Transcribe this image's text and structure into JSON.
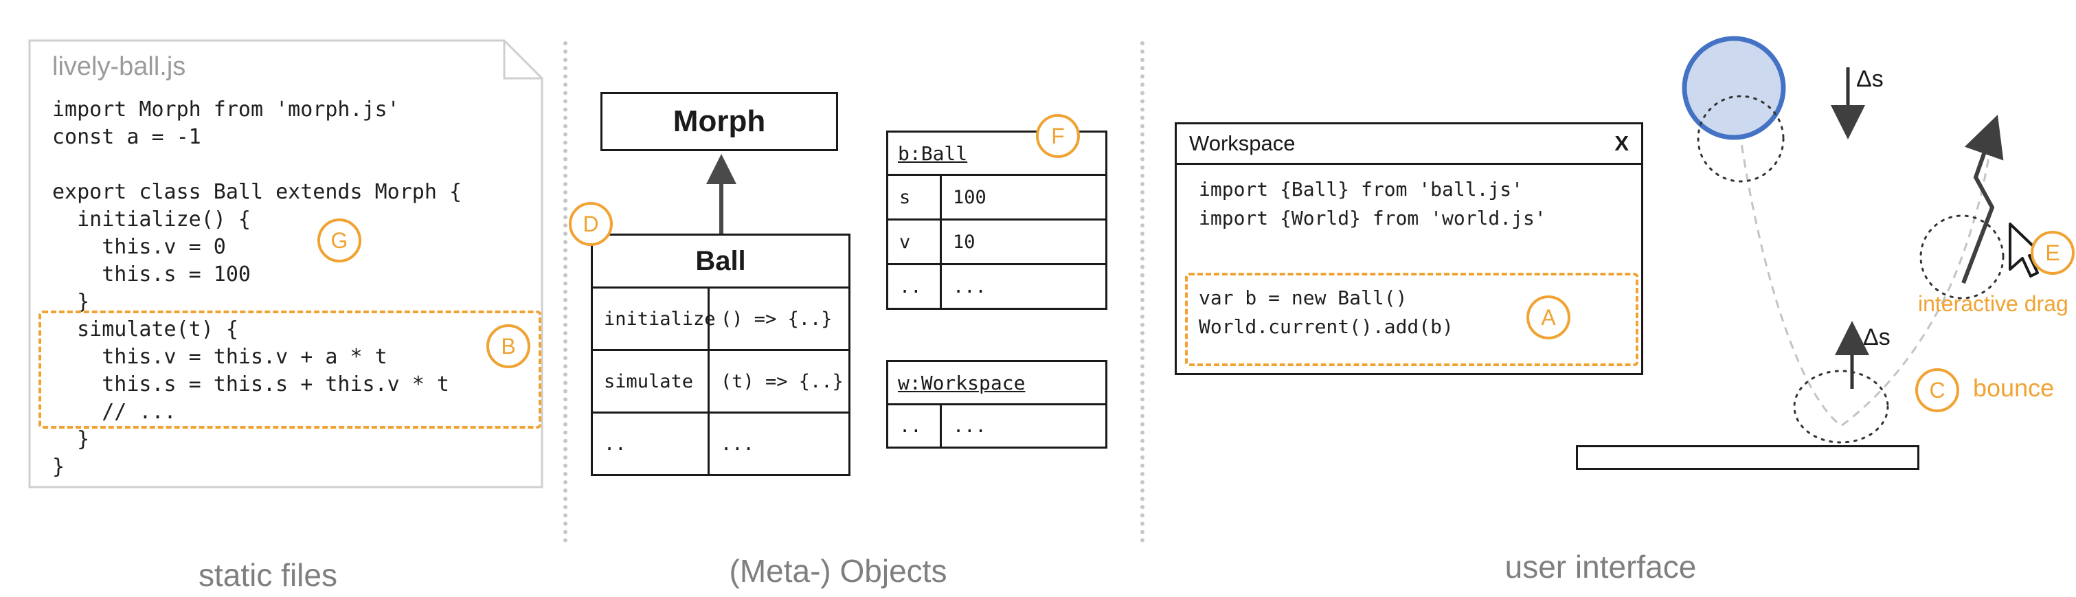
{
  "colors": {
    "accent": "#F0A332",
    "ball_fill": "#CDD9EE",
    "ball_stroke": "#4472C4",
    "muted": "#7F7F7F"
  },
  "section_labels": {
    "static_files": "static files",
    "meta_objects": "(Meta-) Objects",
    "user_interface": "user interface"
  },
  "badges": {
    "a": "A",
    "b": "B",
    "c": "C",
    "d": "D",
    "e": "E",
    "f": "F",
    "g": "G"
  },
  "file": {
    "name": "lively-ball.js",
    "code": "import Morph from 'morph.js'\nconst a = -1\n\nexport class Ball extends Morph {\n  initialize() {\n    this.v = 0\n    this.s = 100\n  }\n  simulate(t) {\n    this.v = this.v + a * t\n    this.s = this.s + this.v * t\n    // ...\n  }\n}"
  },
  "meta": {
    "morph_class": {
      "title": "Morph"
    },
    "ball_class": {
      "title": "Ball",
      "rows": [
        [
          "initialize",
          "() => {..}"
        ],
        [
          "simulate",
          "(t) => {..}"
        ],
        [
          "..",
          "..."
        ]
      ]
    },
    "b_ball": {
      "title": "b:Ball",
      "rows": [
        [
          "s",
          "100"
        ],
        [
          "v",
          "10"
        ],
        [
          "..",
          "..."
        ]
      ]
    },
    "w_workspace": {
      "title": "w:Workspace",
      "rows": [
        [
          "..",
          "..."
        ]
      ]
    }
  },
  "workspace": {
    "title": "Workspace",
    "close_label": "X",
    "imports": "import {Ball} from 'ball.js'\nimport {World} from 'world.js'",
    "highlighted": "var b = new Ball()\nWorld.current().add(b)"
  },
  "physics": {
    "delta_s": "Δs",
    "bounce_label": "bounce",
    "drag_label": "interactive drag"
  }
}
